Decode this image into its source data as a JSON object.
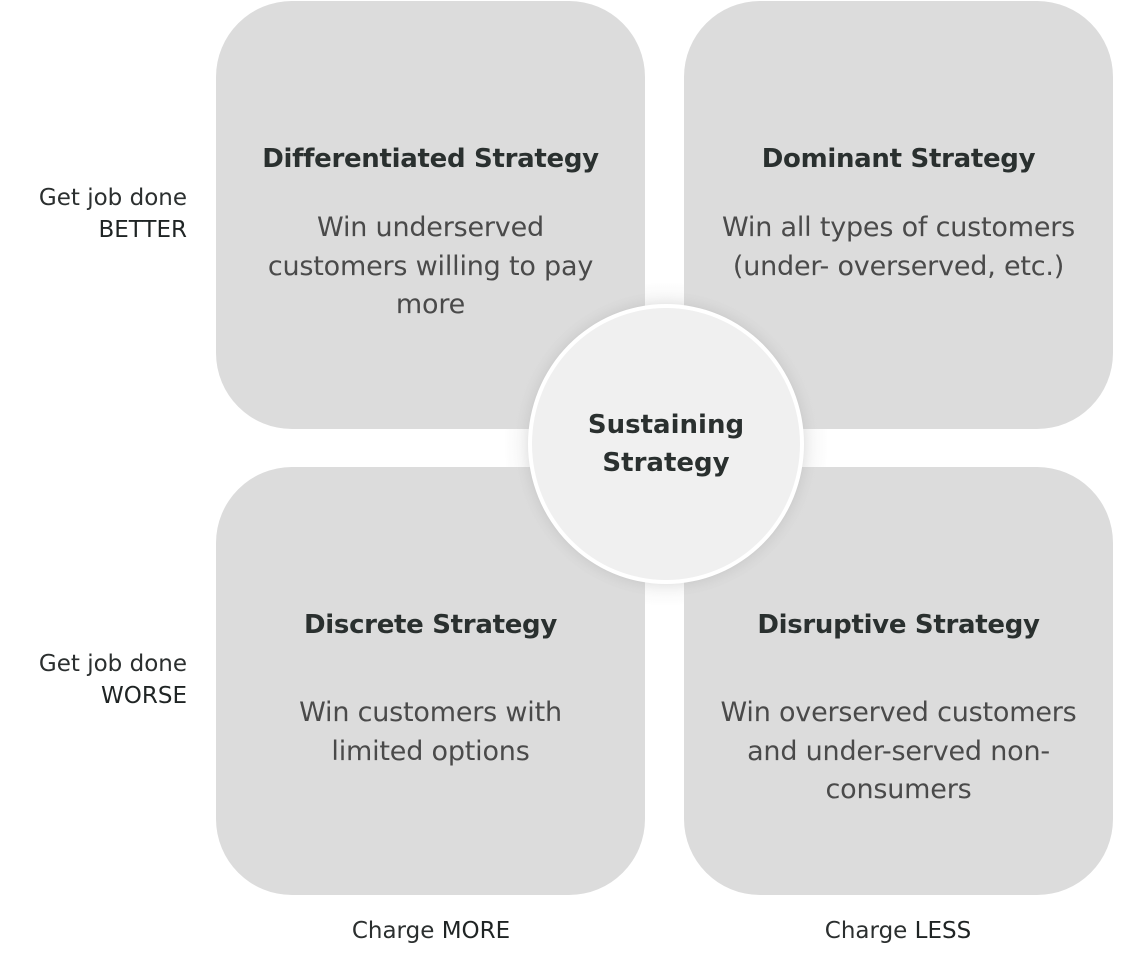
{
  "quadrants": {
    "top_left": {
      "title": "Differentiated Strategy",
      "description": "Win underserved customers willing to pay more"
    },
    "top_right": {
      "title": "Dominant Strategy",
      "description": "Win all types of customers (under- overserved, etc.)"
    },
    "bottom_left": {
      "title": "Discrete Strategy",
      "description": "Win customers with limited options"
    },
    "bottom_right": {
      "title": "Disruptive Strategy",
      "description": "Win overserved customers and under-served non-consumers"
    }
  },
  "center": {
    "label": "Sustaining Strategy"
  },
  "row_labels": {
    "top": {
      "prefix": "Get job done",
      "emphasis": "BETTER"
    },
    "bottom": {
      "prefix": "Get job done",
      "emphasis": "WORSE"
    }
  },
  "column_labels": {
    "left": {
      "prefix": "Charge",
      "emphasis": "MORE"
    },
    "right": {
      "prefix": "Charge",
      "emphasis": "LESS"
    }
  },
  "colors": {
    "quadrant_fill": "#dcdcdc",
    "center_fill": "#f0f0f0",
    "title_text": "#2a302f",
    "body_text": "#4a4a4a"
  }
}
